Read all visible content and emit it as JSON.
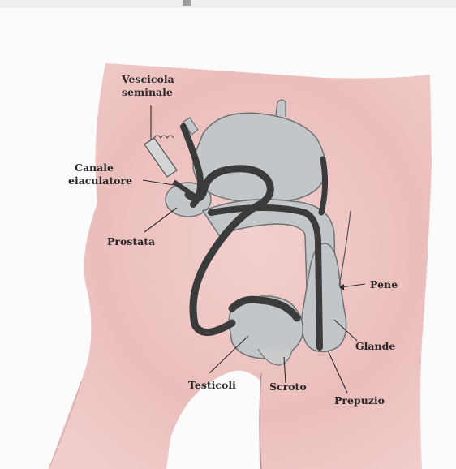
{
  "diagram": {
    "labels": {
      "vescicola": "Vescicola\nseminale",
      "canale": "Canale\neiaculatore",
      "prostata": "Prostata",
      "pene": "Pene",
      "glande": "Glande",
      "testicoli": "Testicoli",
      "scroto": "Scroto",
      "prepuzio": "Prepuzio"
    },
    "colors": {
      "background": "#fbfbfb",
      "wash": "#e9b9b8",
      "organ": "#c3c6c8",
      "duct": "#3b3b3b",
      "ink": "#2a2a2a"
    }
  }
}
